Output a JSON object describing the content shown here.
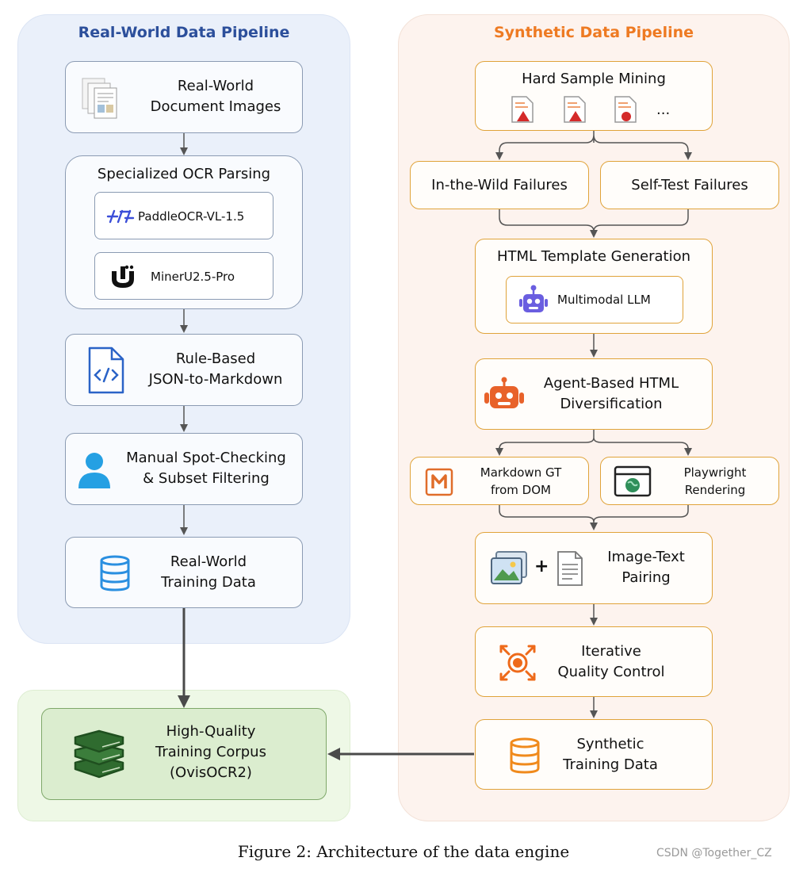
{
  "left": {
    "title": "Real-World Data Pipeline",
    "doc_images": {
      "line1": "Real-World",
      "line2": "Document Images"
    },
    "ocr": {
      "title": "Specialized OCR Parsing",
      "tool1": "PaddleOCR-VL-1.5",
      "tool2": "MinerU2.5-Pro"
    },
    "rule": {
      "line1": "Rule-Based",
      "line2": "JSON-to-Markdown"
    },
    "manual": {
      "line1": "Manual Spot-Checking",
      "line2": "& Subset Filtering"
    },
    "training": {
      "line1": "Real-World",
      "line2": "Training Data"
    }
  },
  "right": {
    "title": "Synthetic Data Pipeline",
    "hard": {
      "title": "Hard Sample Mining",
      "ellipsis": "..."
    },
    "wild": "In-the-Wild Failures",
    "selftest": "Self-Test Failures",
    "template": {
      "title": "HTML Template Generation",
      "llm": "Multimodal LLM"
    },
    "agent": {
      "line1": "Agent-Based HTML",
      "line2": "Diversification"
    },
    "markdown": {
      "line1": "Markdown GT",
      "line2": "from DOM"
    },
    "playwright": {
      "line1": "Playwright",
      "line2": "Rendering"
    },
    "pairing": {
      "plus": "+",
      "line1": "Image-Text",
      "line2": "Pairing"
    },
    "quality": {
      "line1": "Iterative",
      "line2": "Quality Control"
    },
    "training": {
      "line1": "Synthetic",
      "line2": "Training Data"
    }
  },
  "corpus": {
    "line1": "High-Quality",
    "line2": "Training Corpus",
    "line3": "(OvisOCR2)"
  },
  "caption": "Figure 2: Architecture of the data engine",
  "watermark": "CSDN @Together_CZ",
  "colors": {
    "blue_title": "#2c4f9b",
    "orange_title": "#ee7a22",
    "box_border_blue": "#8b9bb3",
    "box_border_orange": "#e0a33a",
    "green_box": "#dbedcf"
  }
}
